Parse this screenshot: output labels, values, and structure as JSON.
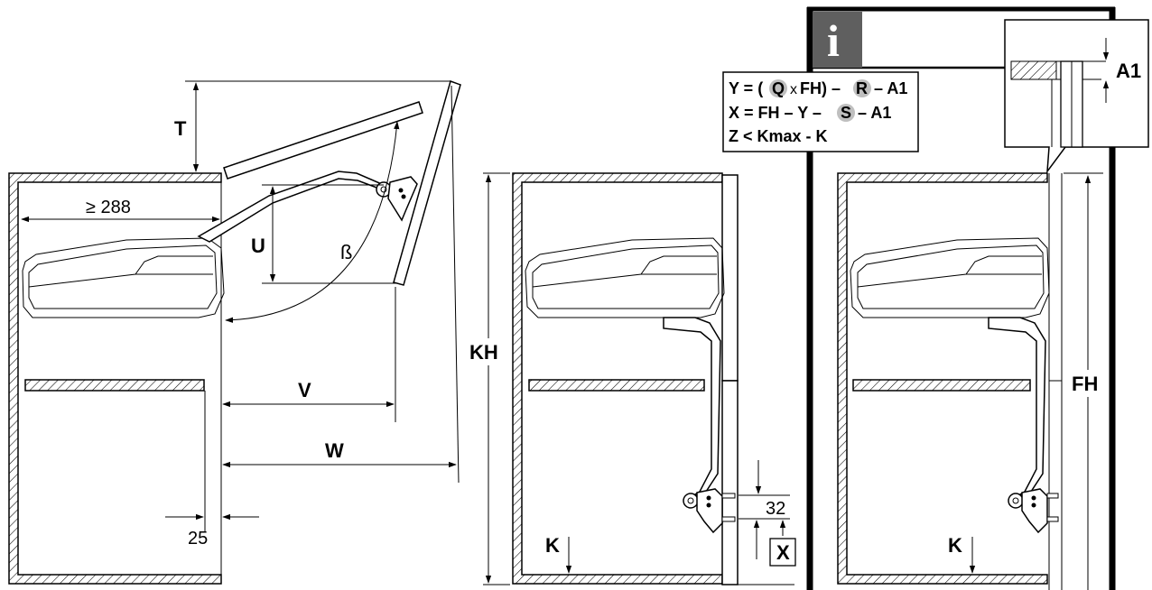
{
  "labels": {
    "T": "T",
    "min_depth": "≥ 288",
    "U": "U",
    "beta": "ß",
    "V": "V",
    "W": "W",
    "dim25": "25",
    "KH": "KH",
    "K1": "K",
    "dim32": "32",
    "X": "X",
    "FH": "FH",
    "K2": "K",
    "A1": "A1",
    "info": "i"
  },
  "formula": {
    "line1": {
      "pre": "Y = (",
      "Q": "Q",
      "x": "x",
      "fh": "FH) –",
      "R": "R",
      "post": "– A1"
    },
    "line2": {
      "pre": "X = FH – Y –",
      "S": "S",
      "post": "– A1"
    },
    "line3": "Z < Kmax - K"
  },
  "colors": {
    "line": "#000000",
    "info_fill": "#5f5f5f",
    "circle_fill": "#bfbfbf",
    "hatch": "#000000",
    "background": "#ffffff"
  }
}
